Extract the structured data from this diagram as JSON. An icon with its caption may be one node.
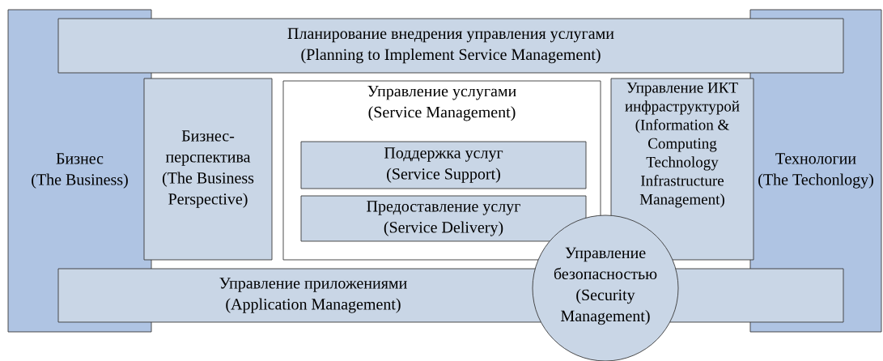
{
  "diagram": {
    "nodes": [
      {
        "text": [
          "Планирование внедрения управления услугами",
          "(Planning to Implement Service Management)"
        ]
      },
      {
        "text": [
          "Бизнес",
          "(The Business)"
        ]
      },
      {
        "text": [
          "Бизнес-перспектива",
          "(The Business Perspective)"
        ]
      },
      {
        "text": [
          "Управление услугами",
          "(Service Management)"
        ]
      },
      {
        "text": [
          "Поддержка услуг",
          "(Service Support)"
        ],
        "in": 3
      },
      {
        "text": [
          "Предоставление услуг",
          "(Service Delivery)"
        ],
        "in": 3
      },
      {
        "text": [
          "Управление ИКТ инфраструктурой",
          "(Information & Computing Technology Infrastructure Management)"
        ]
      },
      {
        "text": [
          "Технологии",
          "(The Techonlogy)"
        ]
      },
      {
        "text": [
          "Управление приложениями",
          "(Application Management)"
        ]
      },
      {
        "text": [
          "Управление безопасностью",
          "(Security Management)"
        ]
      }
    ]
  }
}
